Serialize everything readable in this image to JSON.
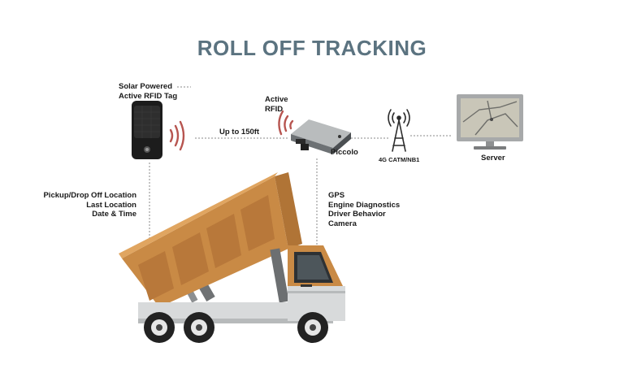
{
  "title": "ROLL OFF TRACKING",
  "rfid_tag_label": [
    "Solar Powered",
    "Active RFID Tag"
  ],
  "active_rfid_label": [
    "Active",
    "RFID"
  ],
  "range_label": "Up to 150ft",
  "piccolo_label": "Piccolo",
  "network_label": "4G CATM/NB1",
  "server_label": "Server",
  "tag_data_lines": [
    "Pickup/Drop Off Location",
    "Last Location",
    "Date & Time"
  ],
  "piccolo_data_lines": [
    "GPS",
    "Engine Diagnostics",
    "Driver Behavior",
    "Camera"
  ],
  "icons": [
    "solar-rfid-tag-icon",
    "rfid-signal-waves-icon",
    "piccolo-device-icon",
    "cell-tower-icon",
    "server-monitor-icon",
    "dump-truck-icon"
  ],
  "colors": {
    "title": "#5b7380",
    "truck_bed": "#c98a45",
    "truck_body": "#d8dadb",
    "signal_waves": "#b75550"
  }
}
